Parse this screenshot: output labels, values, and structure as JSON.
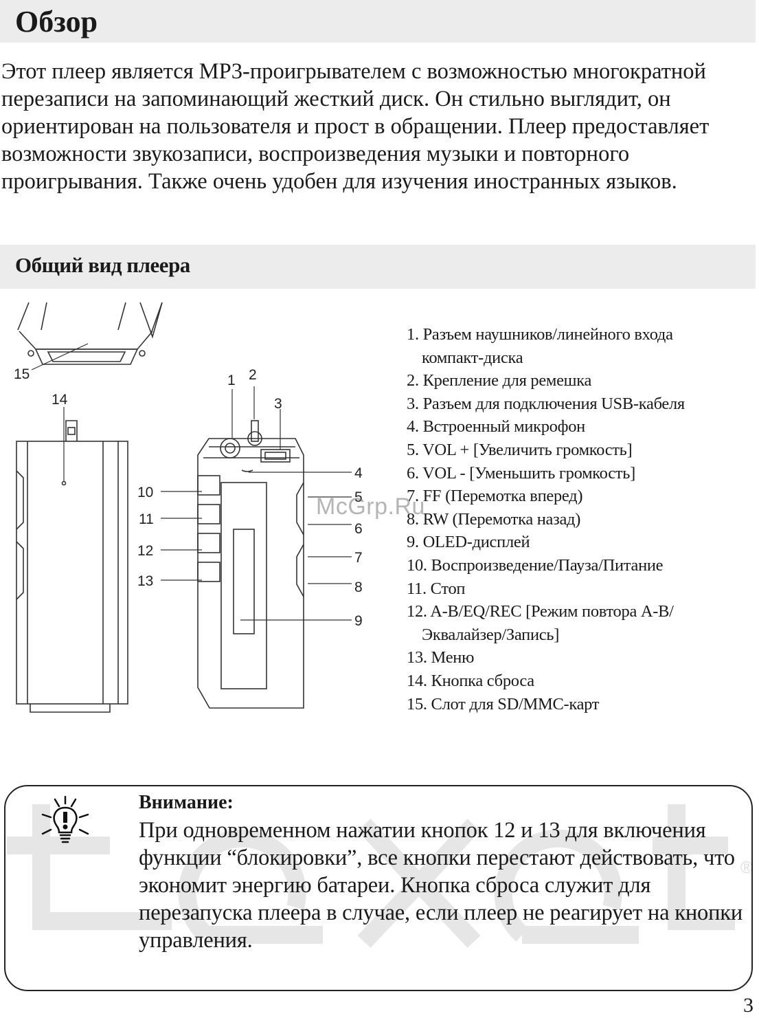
{
  "header": {
    "title": "Обзор"
  },
  "intro": "Этот плеер является MP3-проигрывателем с возможностью многократной перезаписи на запоминающий жесткий диск. Он стильно выглядит, он ориентирован на пользователя и прост в обращении. Плеер предоставляет возможности звукозаписи, воспроизведения музыки и повторного проигрывания. Также очень удобен для изучения иностранных языков.",
  "section": {
    "title": "Общий вид плеера"
  },
  "diagram": {
    "callouts": [
      "1",
      "2",
      "3",
      "4",
      "5",
      "6",
      "7",
      "8",
      "9",
      "10",
      "11",
      "12",
      "13",
      "14",
      "15"
    ]
  },
  "parts": [
    "1. Разъем наушников/линейного входа",
    "компакт-диска",
    "2. Крепление для ремешка",
    "3. Разъем для подключения USB-кабеля",
    "4. Встроенный микрофон",
    "5. VOL + [Увеличить громкость]",
    "6. VOL - [Уменьшить громкость]",
    "7. FF (Перемотка вперед)",
    "8. RW (Перемотка назад)",
    "9.  OLED-дисплей",
    "10. Воспроизведение/Пауза/Питание",
    "11. Стоп",
    "12. A-B/EQ/REC [Режим повтора A-B/",
    "Эквалайзер/Запись]",
    "13. Меню",
    "14. Кнопка  сброса",
    "15. Слот для SD/MMC-карт"
  ],
  "watermark": "McGrp.Ru",
  "brand": {
    "text": "texet",
    "mark": "®"
  },
  "note": {
    "icon": "lightbulb-warning-icon",
    "heading": "Внимание:",
    "text": "При одновременном нажатии кнопок 12 и 13 для включения функции “блокировки”, все кнопки перестают действовать, что экономит энергию батареи. Кнопка сброса служит для перезапуска плеера в случае, если плеер не реагирует на кнопки управления."
  },
  "page_number": "3"
}
